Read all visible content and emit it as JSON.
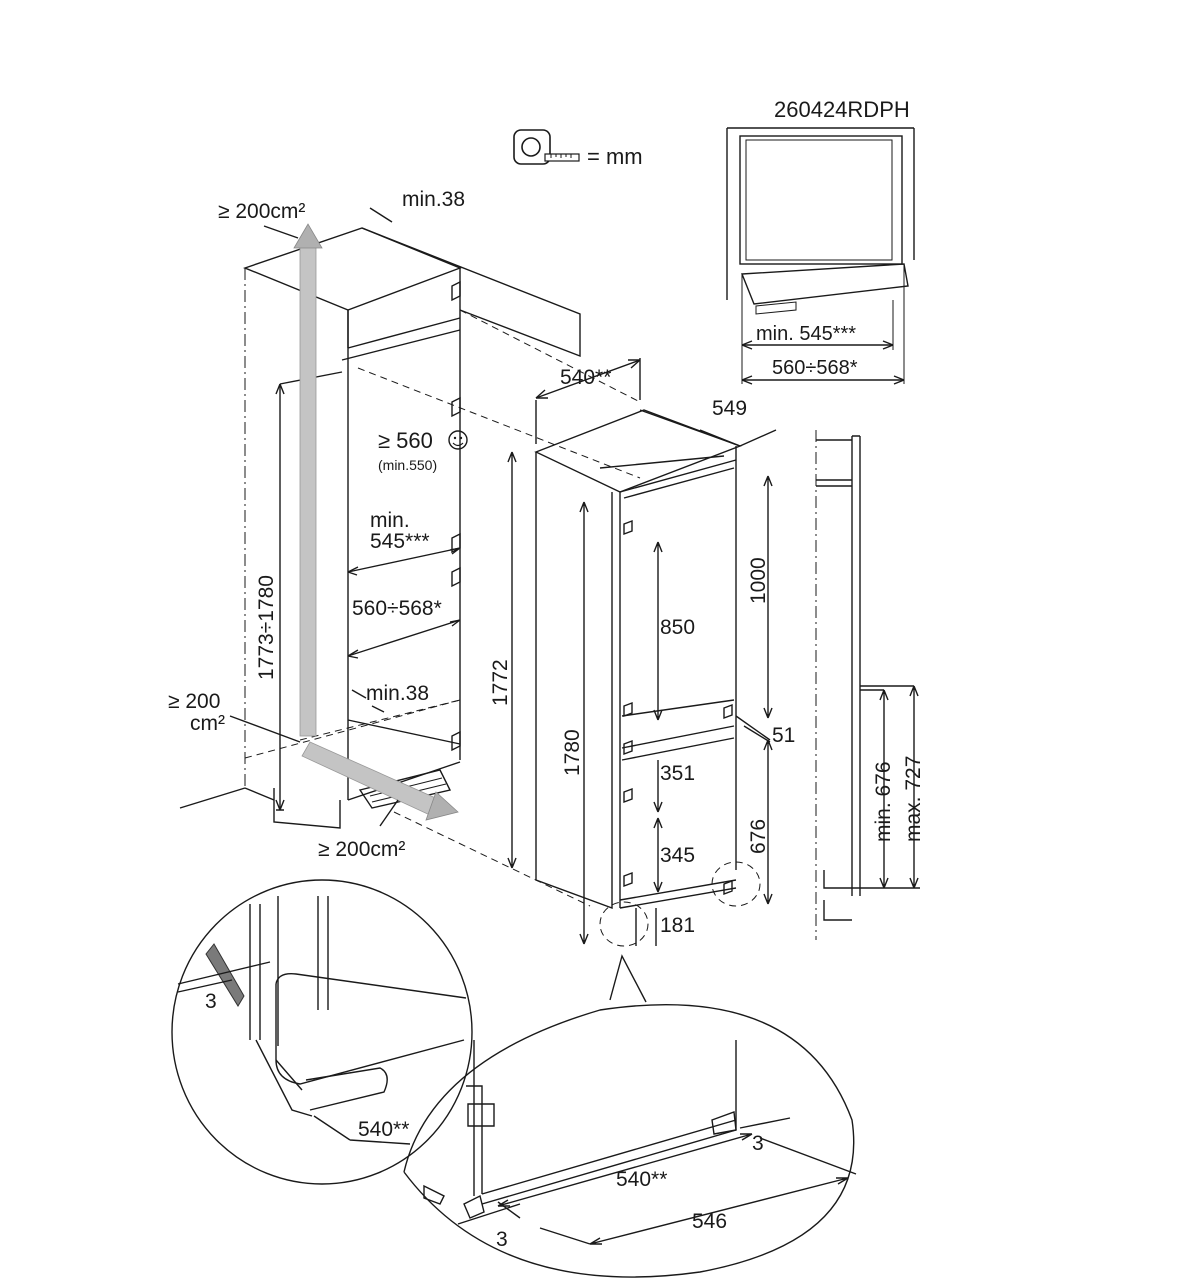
{
  "header": {
    "model_code": "260424RDPH",
    "unit_label": "= mm",
    "unit_icon": "tape-measure-icon"
  },
  "ventilation": {
    "top": "≥ 200cm²",
    "side_line1": "≥ 200",
    "side_line2": "cm²",
    "bottom": "≥ 200cm²"
  },
  "niche": {
    "top_gap": "min.38",
    "depth_top": "540**",
    "recommended_depth": "≥ 560",
    "recommended_depth_min": "(min.550)",
    "min_depth_line1": "min.",
    "min_depth_line2": "545***",
    "depth_range": "560÷568*",
    "bottom_gap": "min.38",
    "height_range": "1773÷1780"
  },
  "appliance": {
    "depth": "549",
    "height_total": "1780",
    "height_body": "1772",
    "door_split_height": "1000",
    "upper_door": "850",
    "gap": "51",
    "lower_upper_section": "351",
    "lower_section": "345",
    "lower_height": "676",
    "foot_offset": "181"
  },
  "top_view": {
    "min_depth": "min. 545***",
    "depth_range": "560÷568*"
  },
  "side_view": {
    "min": "min. 676",
    "max": "max. 727"
  },
  "detail_left": {
    "gap": "3",
    "depth": "540**"
  },
  "detail_bottom": {
    "gap_right": "3",
    "depth": "540**",
    "width": "546",
    "gap_left": "3"
  }
}
